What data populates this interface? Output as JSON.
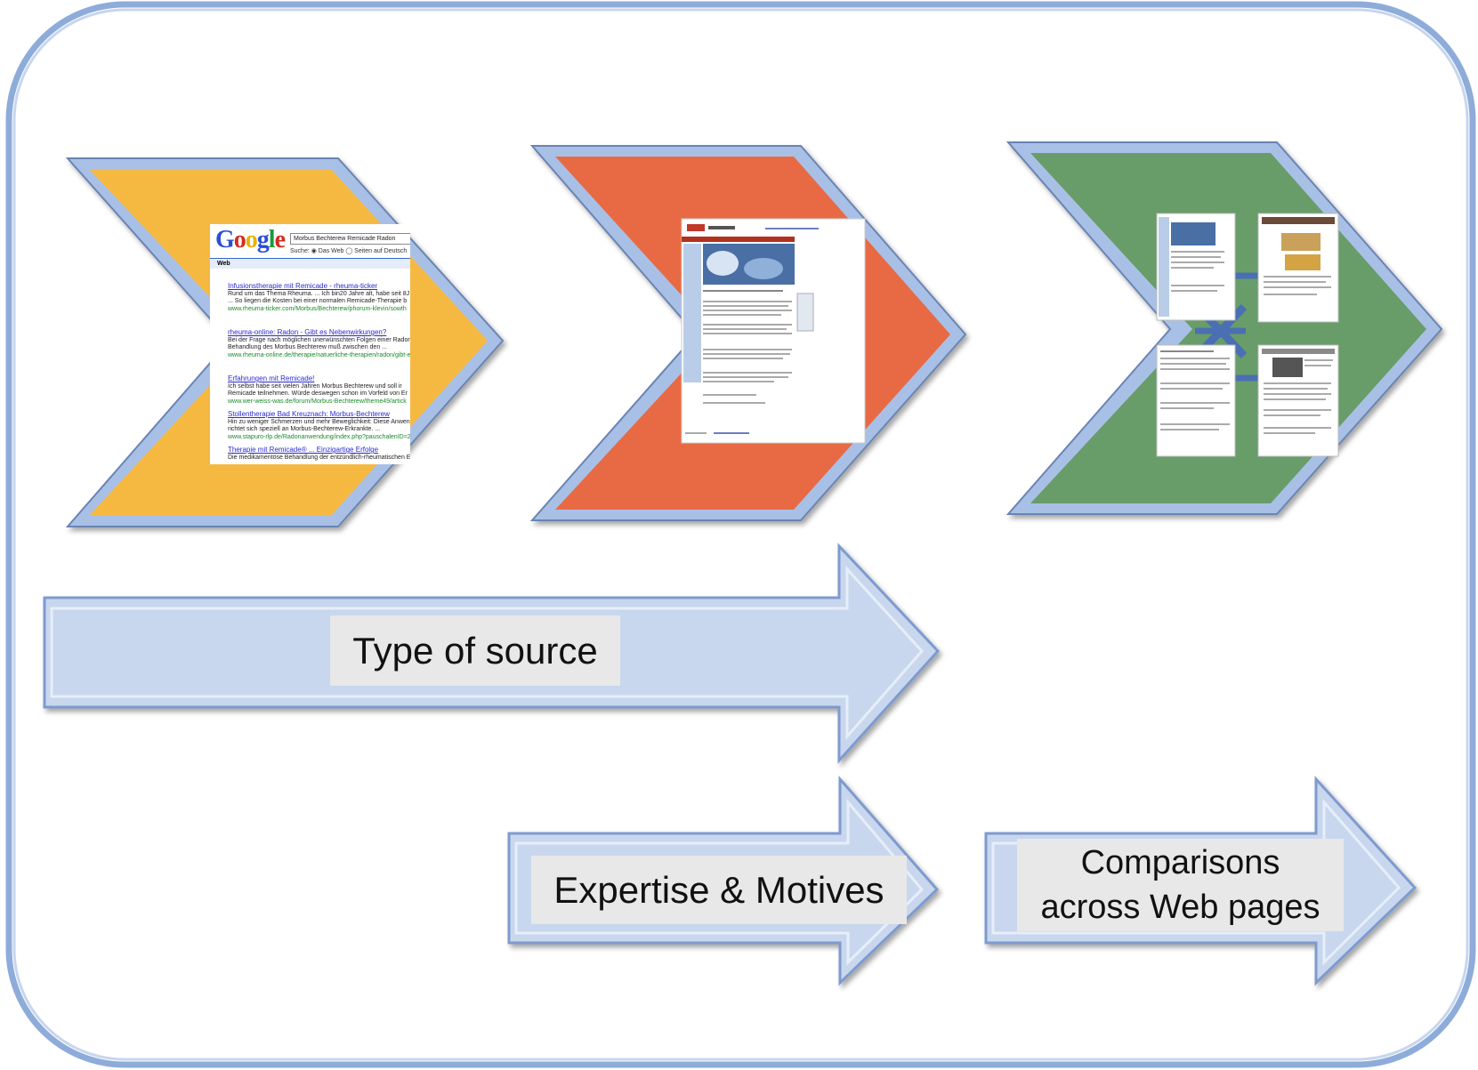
{
  "labels": {
    "type_of_source": "Type of source",
    "expertise_motives": "Expertise & Motives",
    "comparisons_line1": "Comparisons",
    "comparisons_line2": "across Web pages"
  },
  "google_thumbnail": {
    "logo": "Google",
    "query": "Morbus Bechterew Remicade Radon",
    "search_scope": "Suche: ◉ Das Web ◯ Seiten auf Deutsch",
    "tab": "Web",
    "results": [
      {
        "title": "Infusionstherapie mit Remicade - rheuma-ticker",
        "snippet1": "Rund um das Thema Rheuma. ... Ich bin20 Jahre alt, habe seit 8J",
        "snippet2": "... So liegen die Kosten bei einer normalen Remicade-Therapie b",
        "url": "www.rheuma-ticker.com/Morbus/Bechterew/phorum-klevin/sowth"
      },
      {
        "title": "rheuma-online: Radon - Gibt es Nebenwirkungen?",
        "snippet1": "Bei der Frage nach möglichen unerwünschten Folgen einer Radon",
        "snippet2": "Behandlung des Morbus Bechterew muß zwischen den ...",
        "url": "www.rheuma-online.de/therapie/natuerliche-therapien/radon/gibt-e"
      },
      {
        "title": "Erfahrungen mit Remicade!",
        "snippet1": "Ich selbst habe seit vielen Jahren Morbus Bechterew und soll ir",
        "snippet2": "Remicade teilnehmen. Würde deswegen schon im Vorfeld von Er",
        "url": "www.wer-weiss-was.de/forum/Morbus-Bechterew/theme49/artick"
      },
      {
        "title": "Stollentherapie Bad Kreuznach: Morbus-Bechterew",
        "snippet1": "Hin zu weniger Schmerzen und mehr Beweglichkeit: Diese Anwen",
        "snippet2": "richtet sich speziell an Morbus-Bechterew-Erkrankte. ...",
        "url": "www.stapuro-rlp.de/Radonanwendung/index.php?pauschalenID=2"
      },
      {
        "title": "Therapie mit Remicade® ... Einzigartige Erfolge",
        "snippet1": "Die medikamentöse Behandlung der entzündlich-rheumatischen E",
        "snippet2": "",
        "url": ""
      }
    ]
  },
  "colors": {
    "frame_stroke": "#8eacd9",
    "chevron_1": "#f5b942",
    "chevron_2": "#e86a45",
    "chevron_3": "#679d69",
    "chevron_outline": "#a9c0e6",
    "arrow_fill": "#c8d7ee",
    "label_bg": "#e8e8e8"
  }
}
